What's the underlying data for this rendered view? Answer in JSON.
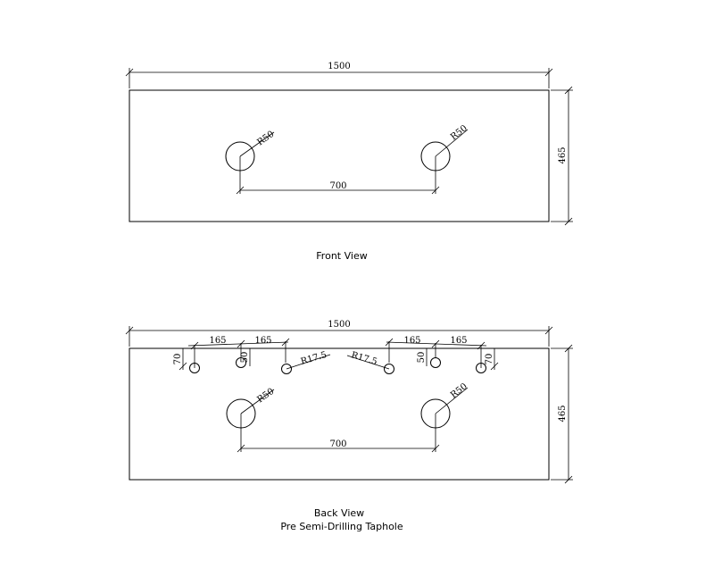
{
  "front_view": {
    "caption": "Front View",
    "width_label": "1500",
    "height_label": "465",
    "hole_spacing_label": "700",
    "hole_left_radius": "R50",
    "hole_right_radius": "R50"
  },
  "back_view": {
    "caption_line1": "Back View",
    "caption_line2": "Pre Semi-Drilling Taphole",
    "width_label": "1500",
    "height_label": "465",
    "hole_spacing_label": "700",
    "hole_left_radius": "R50",
    "hole_right_radius": "R50",
    "tap_left_spacing_1": "165",
    "tap_left_spacing_2": "165",
    "tap_right_spacing_1": "165",
    "tap_right_spacing_2": "165",
    "tap_left_offset_outer": "70",
    "tap_left_offset_inner": "50",
    "tap_right_offset_inner": "50",
    "tap_right_offset_outer": "70",
    "taphole_left_radius": "R17.5",
    "taphole_right_radius": "R17.5"
  }
}
